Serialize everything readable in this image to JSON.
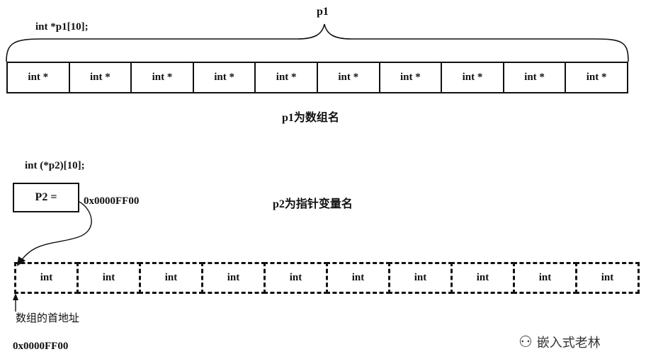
{
  "decl1": "int  *p1[10];",
  "p1_label": "p1",
  "array1_cells": [
    "int *",
    "int *",
    "int *",
    "int *",
    "int *",
    "int *",
    "int *",
    "int *",
    "int *",
    "int *"
  ],
  "p1_name": "p1为数组名",
  "decl2": "int  (*p2)[10];",
  "p2_box": "P2 =",
  "p2_value": "0x0000FF00",
  "p2_name": "p2为指针变量名",
  "array2_cells": [
    "int",
    "int",
    "int",
    "int",
    "int",
    "int",
    "int",
    "int",
    "int",
    "int"
  ],
  "start_label": "数组的首地址",
  "start_addr": "0x0000FF00",
  "watermark": "嵌入式老林"
}
